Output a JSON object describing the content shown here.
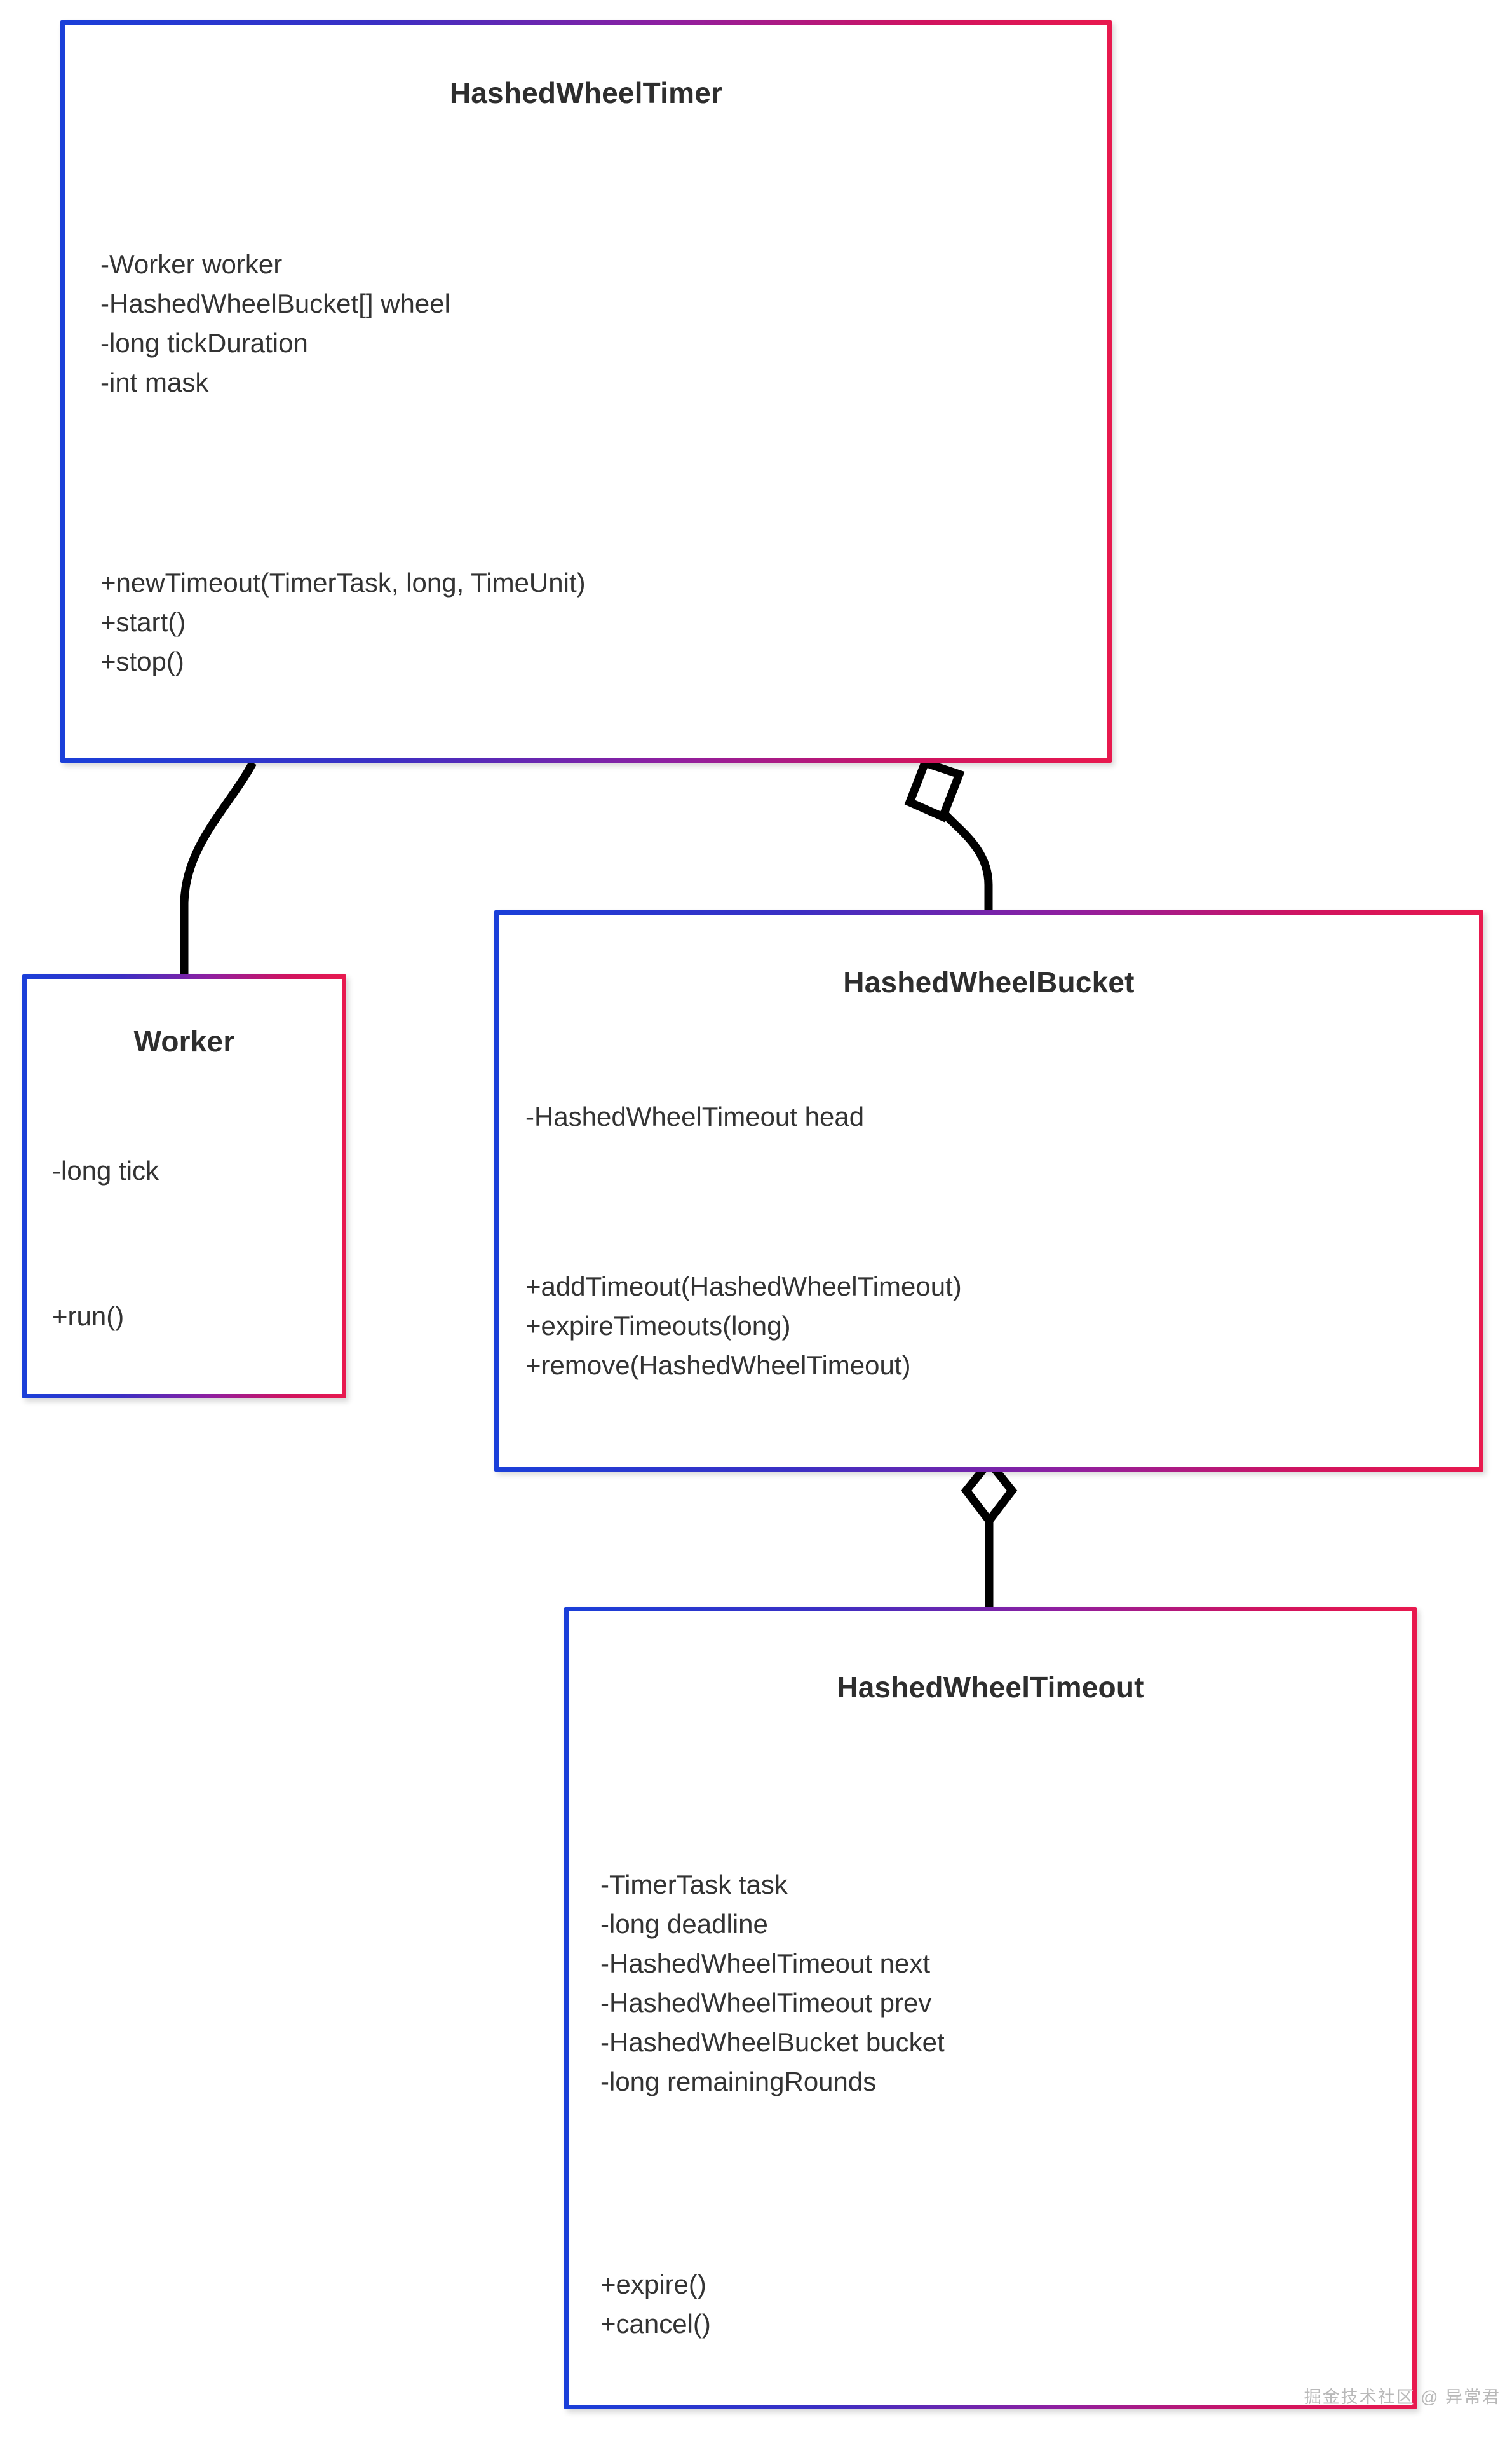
{
  "diagram": {
    "type": "uml-class-diagram",
    "background": "#ffffff",
    "border_gradient_start": "#1a3fd9",
    "border_gradient_end": "#e8194e",
    "connector_color": "#000000"
  },
  "classes": {
    "timer": {
      "name": "HashedWheelTimer",
      "attributes": [
        "-Worker worker",
        "-HashedWheelBucket[] wheel",
        "-long tickDuration",
        "-int mask"
      ],
      "methods": [
        "+newTimeout(TimerTask, long, TimeUnit)",
        "+start()",
        "+stop()"
      ]
    },
    "worker": {
      "name": "Worker",
      "attributes": [
        "-long tick"
      ],
      "methods": [
        "+run()"
      ]
    },
    "bucket": {
      "name": "HashedWheelBucket",
      "attributes": [
        "-HashedWheelTimeout head"
      ],
      "methods": [
        "+addTimeout(HashedWheelTimeout)",
        "+expireTimeouts(long)",
        "+remove(HashedWheelTimeout)"
      ]
    },
    "timeout": {
      "name": "HashedWheelTimeout",
      "attributes": [
        "-TimerTask task",
        "-long deadline",
        "-HashedWheelTimeout next",
        "-HashedWheelTimeout prev",
        "-HashedWheelBucket bucket",
        "-long remainingRounds"
      ],
      "methods": [
        "+expire()",
        "+cancel()"
      ]
    }
  },
  "relations": [
    {
      "id": "timer-worker",
      "from": "HashedWheelTimer",
      "to": "Worker",
      "kind": "association",
      "marker": "none"
    },
    {
      "id": "timer-bucket",
      "from": "HashedWheelTimer",
      "to": "HashedWheelBucket",
      "kind": "aggregation",
      "marker": "hollow-diamond"
    },
    {
      "id": "bucket-timeout",
      "from": "HashedWheelBucket",
      "to": "HashedWheelTimeout",
      "kind": "aggregation",
      "marker": "hollow-diamond"
    }
  ],
  "watermark": {
    "text": "掘金技术社区 @ 异常君"
  }
}
